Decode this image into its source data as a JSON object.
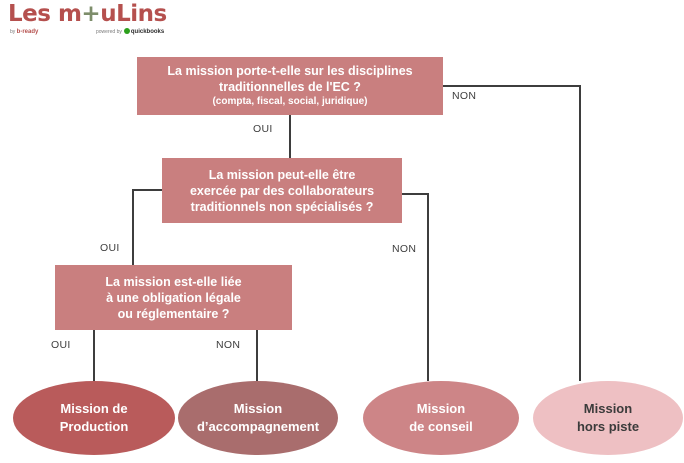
{
  "logo": {
    "brand_main": "Les m",
    "brand_plus": "+",
    "brand_tail": "uLins",
    "sub_left_prefix": "by",
    "sub_left_brand": "b-ready",
    "sub_right_prefix": "powered by",
    "sub_right_brand": "quickbooks",
    "colors": {
      "brand": "#b5504e",
      "plus": "#7d8d6a",
      "quickbooks_green": "#2ca01c"
    }
  },
  "diagram": {
    "type": "decision-tree",
    "colors": {
      "box_fill": "#c97f7f",
      "box_text": "#ffffff",
      "connector": "#3d3d3d",
      "result_1": "#b95b5b",
      "result_2": "#a96d6d",
      "result_3": "#cd8587",
      "result_4": "#eec0c3"
    },
    "decisions": [
      {
        "id": "d1",
        "line1": "La mission porte-t-elle sur les disciplines",
        "line2": "traditionnelles de l'EC ?",
        "line3": "(compta, fiscal, social, juridique)"
      },
      {
        "id": "d2",
        "line1": "La mission peut-elle être",
        "line2": "exercée par des collaborateurs",
        "line3": "traditionnels non spécialisés ?"
      },
      {
        "id": "d3",
        "line1": "La mission est-elle liée",
        "line2": "à une obligation légale",
        "line3": "ou réglementaire ?"
      }
    ],
    "edge_labels": {
      "d1_oui": "OUI",
      "d1_non": "NON",
      "d2_oui": "OUI",
      "d2_non": "NON",
      "d3_oui": "OUI",
      "d3_non": "NON"
    },
    "results": [
      {
        "id": "r1",
        "line1": "Mission de",
        "line2": "Production"
      },
      {
        "id": "r2",
        "line1": "Mission",
        "line2": "d’accompagnement"
      },
      {
        "id": "r3",
        "line1": "Mission",
        "line2": "de conseil"
      },
      {
        "id": "r4",
        "line1": "Mission",
        "line2": "hors piste"
      }
    ]
  }
}
